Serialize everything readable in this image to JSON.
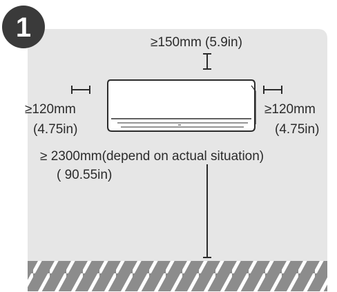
{
  "step": {
    "number": "1"
  },
  "clearances": {
    "top": "≥150mm (5.9in)",
    "left_mm": "≥120mm",
    "left_in": "(4.75in)",
    "right_mm": "≥120mm",
    "right_in": "(4.75in)",
    "floor_mm": "≥ 2300mm(depend on actual situation)",
    "floor_in": "( 90.55in)"
  },
  "colors": {
    "wall": "#e6e6e6",
    "floor": "#8c8c8c",
    "badge": "#3a3a3a",
    "line": "#2b2b2b",
    "unit": "#ffffff"
  }
}
